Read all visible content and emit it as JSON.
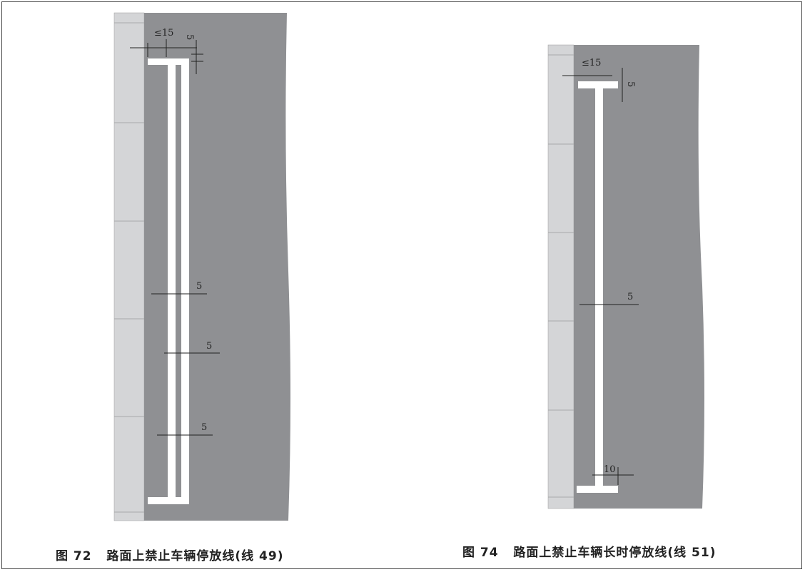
{
  "figures": [
    {
      "caption_number": "图 72",
      "caption_title": "路面上禁止车辆停放线(线 49)",
      "dimensions": {
        "offset": "≤15",
        "bar_width": "5",
        "gap_1": "5",
        "gap_2": "5",
        "gap_3": "5"
      }
    },
    {
      "caption_number": "图 74",
      "caption_title": "路面上禁止车辆长时停放线(线 51)",
      "dimensions": {
        "offset": "≤15",
        "bar_width": "5",
        "line_width": "5",
        "bar_half": "10"
      }
    }
  ],
  "colors": {
    "road": "#8f9093",
    "sidewalk": "#d4d5d7",
    "marking": "#ffffff"
  }
}
